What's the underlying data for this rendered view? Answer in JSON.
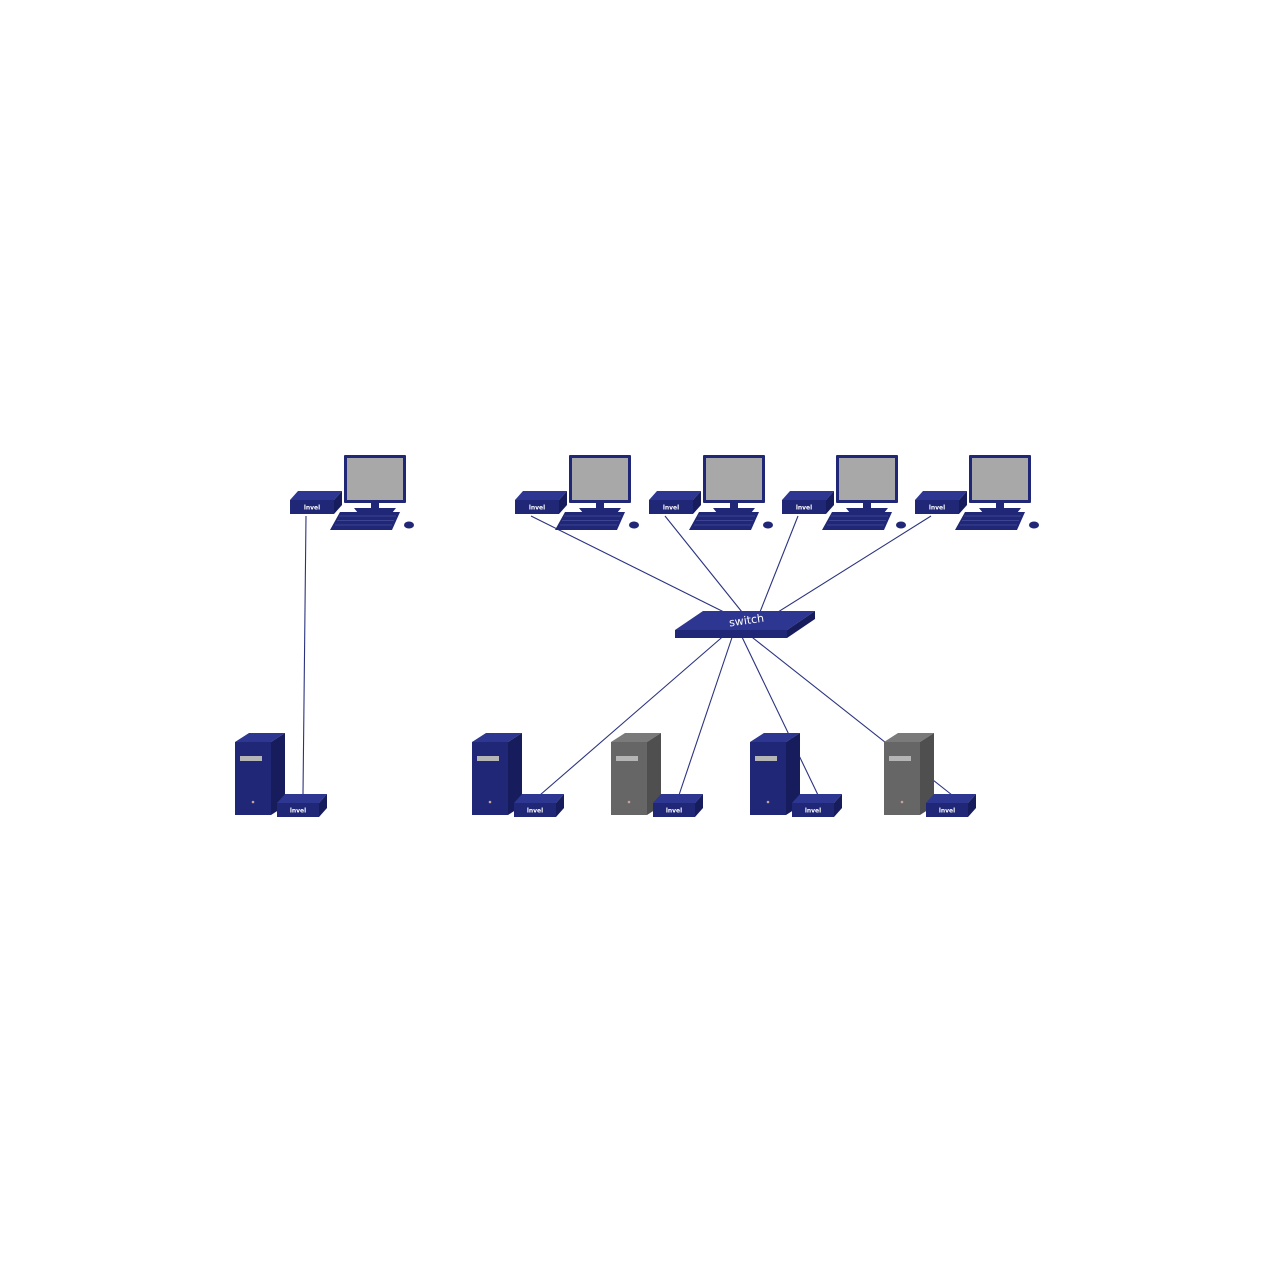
{
  "colors": {
    "navy": "#1f2776",
    "navy_dark": "#171d5c",
    "navy_light": "#2d3690",
    "line": "#2b3380",
    "grey": "#666666",
    "grey_dark": "#4f4f4f",
    "grey_light": "#7a7a7a",
    "screen": "#a8a8a8"
  },
  "switch_label": "switch",
  "kvm_label": "lnvel",
  "workstations": [
    {
      "id": "ws-1",
      "connection": "direct"
    },
    {
      "id": "ws-2",
      "connection": "switch"
    },
    {
      "id": "ws-3",
      "connection": "switch"
    },
    {
      "id": "ws-4",
      "connection": "switch"
    },
    {
      "id": "ws-5",
      "connection": "switch"
    }
  ],
  "computers": [
    {
      "id": "pc-1",
      "tower_color": "navy",
      "connection": "direct"
    },
    {
      "id": "pc-2",
      "tower_color": "navy",
      "connection": "switch"
    },
    {
      "id": "pc-3",
      "tower_color": "grey",
      "connection": "switch"
    },
    {
      "id": "pc-4",
      "tower_color": "navy",
      "connection": "switch"
    },
    {
      "id": "pc-5",
      "tower_color": "grey",
      "connection": "switch"
    }
  ]
}
